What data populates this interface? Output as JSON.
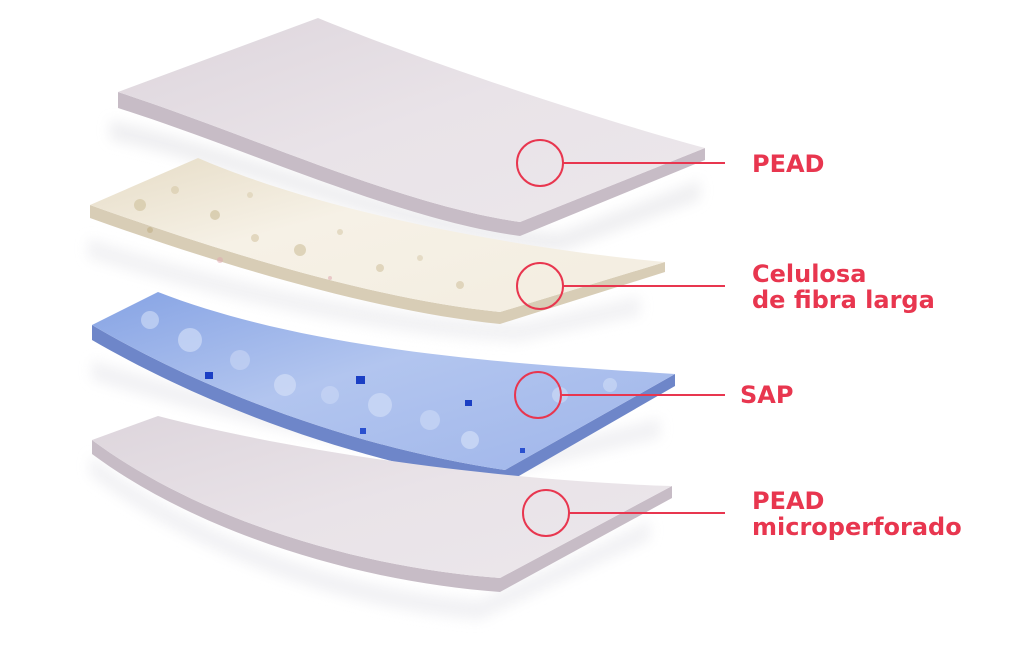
{
  "layers": [
    {
      "id": "pead-top",
      "lines": [
        "PEAD"
      ]
    },
    {
      "id": "celulosa",
      "lines": [
        "Celulosa",
        "de fibra larga"
      ]
    },
    {
      "id": "sap",
      "lines": [
        "SAP"
      ]
    },
    {
      "id": "pead-micro",
      "lines": [
        "PEAD",
        "microperforado"
      ]
    }
  ],
  "colors": {
    "accent": "#e8364f",
    "film_top": "#e7e0e6",
    "film_edge": "#c9bec8",
    "cellulose": "#f3eee2",
    "cellulose_edge": "#d9cfb9",
    "sap": "#9fb6ea",
    "sap_edge": "#7089cc",
    "sap_dark": "#1b3fc4"
  }
}
